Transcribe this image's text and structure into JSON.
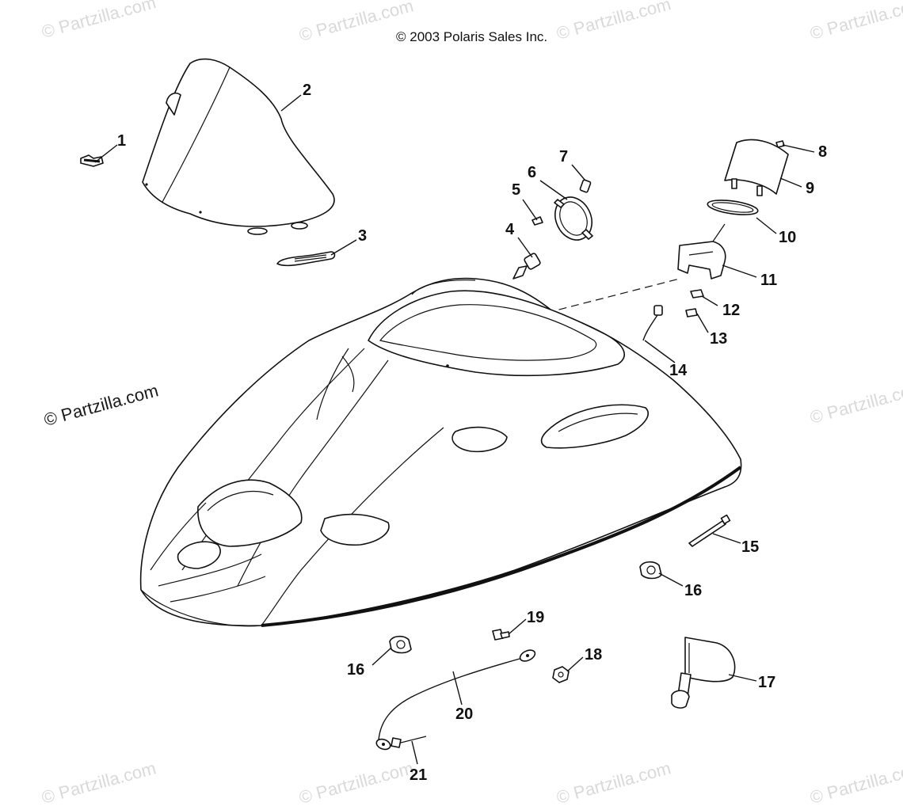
{
  "copyright": "© 2003 Polaris Sales Inc.",
  "watermark": "© Partzilla.com",
  "callouts": {
    "c1": "1",
    "c2": "2",
    "c3": "3",
    "c4": "4",
    "c5": "5",
    "c6": "6",
    "c7": "7",
    "c8": "8",
    "c9": "9",
    "c10": "10",
    "c11": "11",
    "c12": "12",
    "c13": "13",
    "c14": "14",
    "c15": "15",
    "c16a": "16",
    "c16b": "16",
    "c17": "17",
    "c18": "18",
    "c19": "19",
    "c20": "20",
    "c21": "21"
  }
}
